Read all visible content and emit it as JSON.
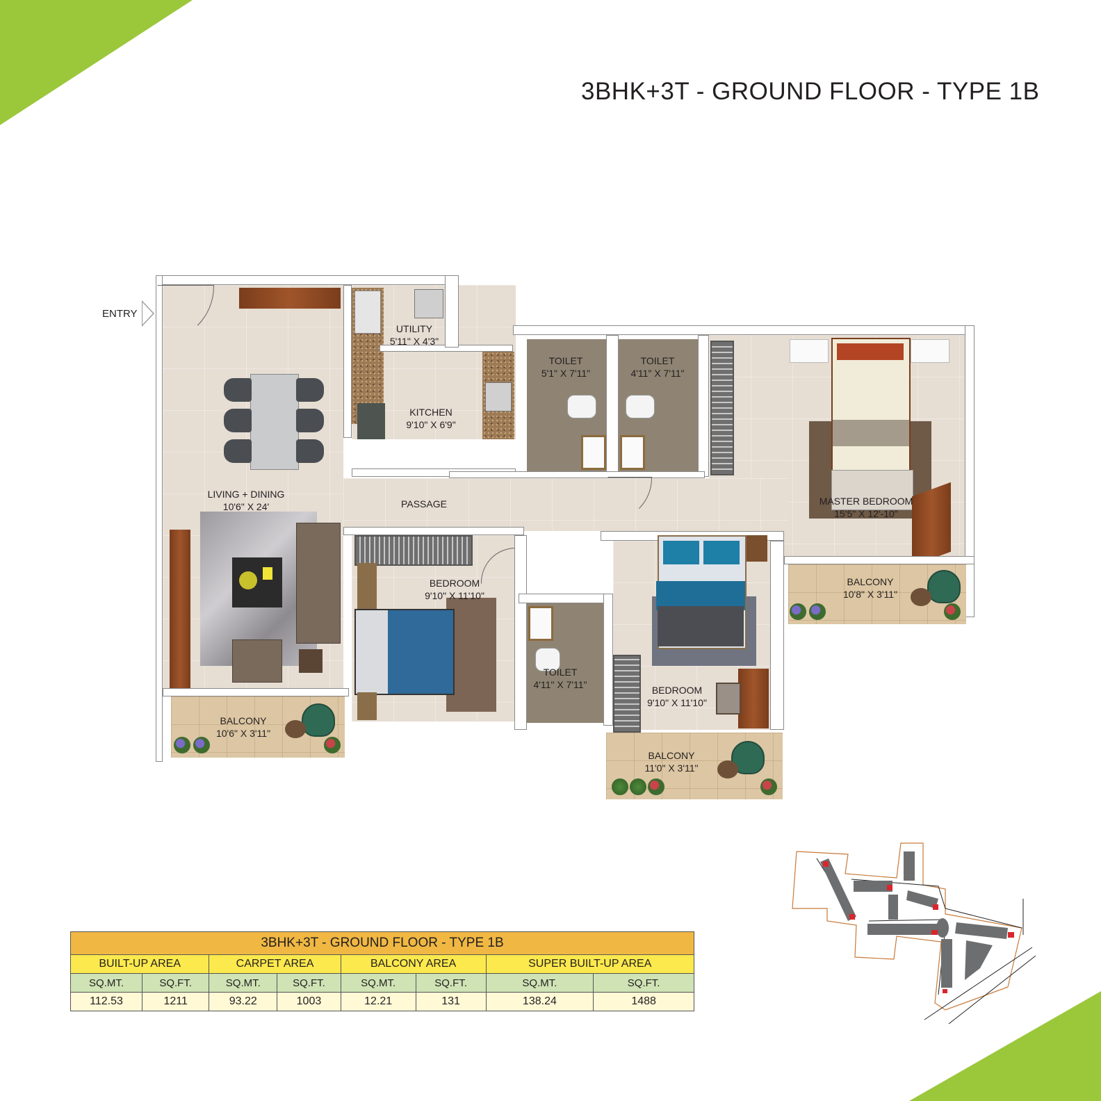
{
  "page": {
    "title": "3BHK+3T - GROUND FLOOR - TYPE 1B",
    "accent_color": "#9bc73b"
  },
  "plan": {
    "entry_label": "ENTRY",
    "rooms": {
      "living_dining": {
        "name": "LIVING + DINING",
        "size": "10'6\" X 24'"
      },
      "utility": {
        "name": "UTILITY",
        "size": "5'11\" X 4'3\""
      },
      "kitchen": {
        "name": "KITCHEN",
        "size": "9'10\" X 6'9\""
      },
      "toilet_1": {
        "name": "TOILET",
        "size": "5'1\" X 7'11\""
      },
      "toilet_2": {
        "name": "TOILET",
        "size": "4'11\" X 7'11\""
      },
      "master_bedroom": {
        "name": "MASTER BEDROOM",
        "size": "15'5\" X 12'-10\""
      },
      "passage": {
        "name": "PASSAGE"
      },
      "bedroom_1": {
        "name": "BEDROOM",
        "size": "9'10\" X 11'10\""
      },
      "toilet_3": {
        "name": "TOILET",
        "size": "4'11\" X 7'11\""
      },
      "bedroom_2": {
        "name": "BEDROOM",
        "size": "9'10\" X 11'10\""
      },
      "balcony_living": {
        "name": "BALCONY",
        "size": "10'6\" X 3'11\""
      },
      "balcony_bedroom": {
        "name": "BALCONY",
        "size": "11'0\" X 3'11\""
      },
      "balcony_master": {
        "name": "BALCONY",
        "size": "10'8\" X 3'11\""
      }
    }
  },
  "area_table": {
    "title": "3BHK+3T - GROUND FLOOR - TYPE 1B",
    "groups": [
      "BUILT-UP AREA",
      "CARPET AREA",
      "BALCONY AREA",
      "SUPER BUILT-UP AREA"
    ],
    "units": [
      "SQ.MT.",
      "SQ.FT.",
      "SQ.MT.",
      "SQ.FT.",
      "SQ.MT.",
      "SQ.FT.",
      "SQ.MT.",
      "SQ.FT."
    ],
    "values": [
      "112.53",
      "1211",
      "93.22",
      "1003",
      "12.21",
      "131",
      "138.24",
      "1488"
    ],
    "colors": {
      "title_bg": "#f0b843",
      "group_bg": "#fce94d",
      "unit_bg": "#cfe3b5",
      "value_bg": "#fff9d6"
    }
  },
  "key_plan": {
    "highlight_color": "#d9262e",
    "building_color": "#6d6e70",
    "boundary_color": "#c77a3a"
  }
}
